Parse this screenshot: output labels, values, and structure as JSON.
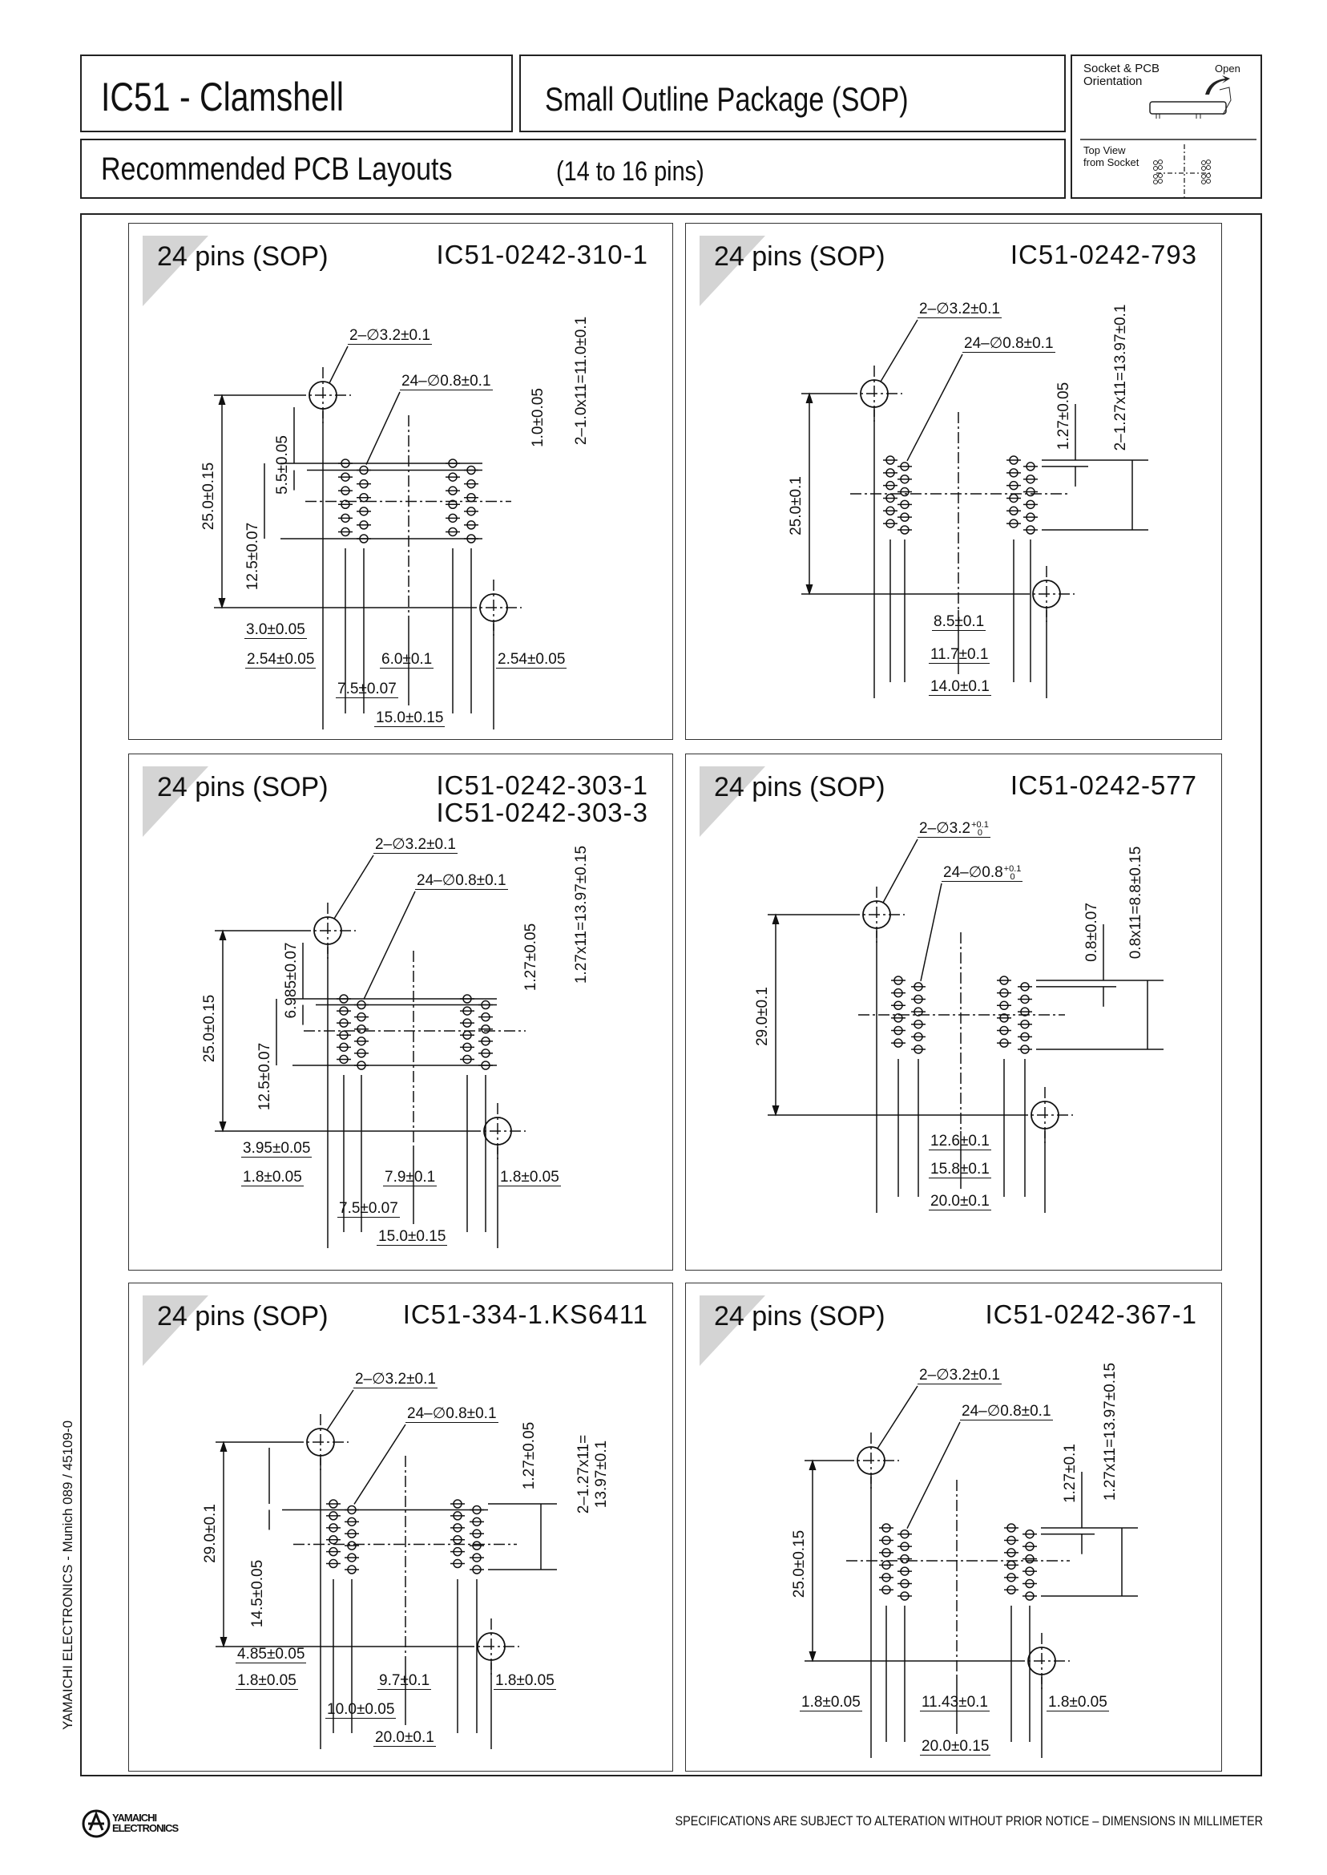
{
  "header": {
    "title": "IC51 - Clamshell",
    "package": "Small Outline Package (SOP)",
    "subtitle": "Recommended PCB Layouts",
    "pin_range": "(14 to 16 pins)"
  },
  "orientation": {
    "label": "Socket & PCB Orientation",
    "open_label": "Open",
    "top_view_label": "Top View from Socket"
  },
  "panels": [
    {
      "title": "24 pins (SOP)",
      "part_numbers": [
        "IC51-0242-310-1"
      ],
      "labels": [
        "2–∅3.2±0.1",
        "24–∅0.8±0.1",
        "25.0±0.15",
        "5.5±0.05",
        "12.5±0.07",
        "1.0±0.05",
        "2–1.0x11=11.0±0.1",
        "3.0±0.05",
        "2.54±0.05",
        "6.0±0.1",
        "2.54±0.05",
        "7.5±0.07",
        "15.0±0.15"
      ]
    },
    {
      "title": "24 pins (SOP)",
      "part_numbers": [
        "IC51-0242-793"
      ],
      "labels": [
        "2–∅3.2±0.1",
        "24–∅0.8±0.1",
        "25.0±0.1",
        "1.27±0.05",
        "2–1.27x11=13.97±0.1",
        "8.5±0.1",
        "11.7±0.1",
        "14.0±0.1"
      ]
    },
    {
      "title": "24 pins (SOP)",
      "part_numbers": [
        "IC51-0242-303-1",
        "IC51-0242-303-3"
      ],
      "labels": [
        "2–∅3.2±0.1",
        "24–∅0.8±0.1",
        "25.0±0.15",
        "6.985±0.07",
        "12.5±0.07",
        "1.27±0.05",
        "1.27x11=13.97±0.15",
        "3.95±0.05",
        "1.8±0.05",
        "7.9±0.1",
        "1.8±0.05",
        "7.5±0.07",
        "15.0±0.15"
      ]
    },
    {
      "title": "24 pins (SOP)",
      "part_numbers": [
        "IC51-0242-577"
      ],
      "labels": [
        "2–∅3.2",
        "24–∅0.8",
        "29.0±0.1",
        "0.8±0.07",
        "0.8x11=8.8±0.15",
        "12.6±0.1",
        "15.8±0.1",
        "20.0±0.1"
      ],
      "tolerances": [
        {
          "upper": "+0.1",
          "lower": "0"
        },
        {
          "upper": "+0.1",
          "lower": "0"
        }
      ]
    },
    {
      "title": "24 pins (SOP)",
      "part_numbers": [
        "IC51-334-1.KS6411"
      ],
      "labels": [
        "2–∅3.2±0.1",
        "24–∅0.8±0.1",
        "29.0±0.1",
        "14.5±0.05",
        "1.27±0.05",
        "2–1.27x11=",
        "13.97±0.1",
        "4.85±0.05",
        "1.8±0.05",
        "9.7±0.1",
        "1.8±0.05",
        "10.0±0.05",
        "20.0±0.1"
      ]
    },
    {
      "title": "24 pins (SOP)",
      "part_numbers": [
        "IC51-0242-367-1"
      ],
      "labels": [
        "2–∅3.2±0.1",
        "24–∅0.8±0.1",
        "25.0±0.15",
        "1.27±0.1",
        "1.27x11=13.97±0.15",
        "1.8±0.05",
        "11.43±0.1",
        "1.8±0.05",
        "20.0±0.15"
      ]
    }
  ],
  "side_text": "YAMAICHI ELECTRONICS  -  Munich 089 / 45109-0",
  "footer": {
    "logo_text": "YAMAICHI ELECTRONICS",
    "notice": "SPECIFICATIONS ARE SUBJECT TO ALTERATION WITHOUT PRIOR NOTICE   –   DIMENSIONS IN MILLIMETER"
  }
}
